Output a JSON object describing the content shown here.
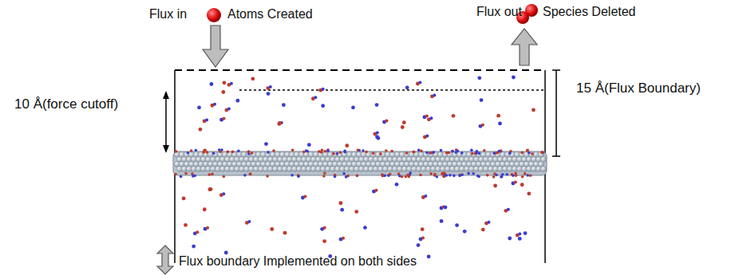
{
  "diagram": {
    "labels": [
      "Flux in",
      "Atoms Created",
      "Flux out",
      "Species Deleted",
      "10 Å(force cutoff)",
      "15 Å(Flux Boundary)",
      "Flux boundary Implemented on both sides"
    ]
  }
}
